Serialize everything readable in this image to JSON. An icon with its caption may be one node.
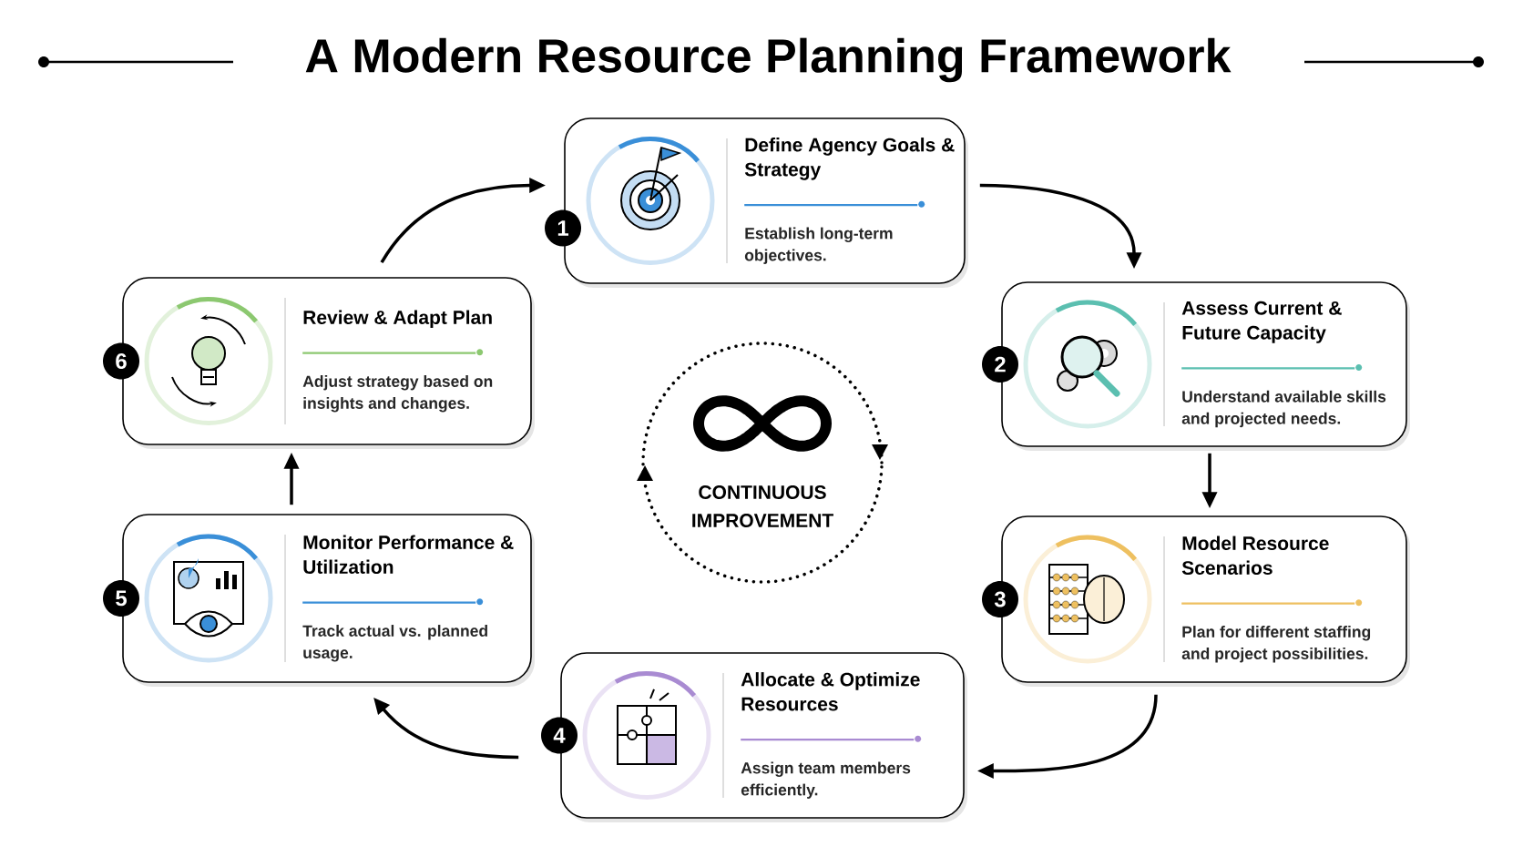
{
  "diagram": {
    "title": "A Modern Resource Planning Framework",
    "nodes": [
      {
        "text": [
          "Define Agency Goals & Strategy",
          "Establish long-term objectives."
        ],
        "beside": [
          "1"
        ]
      },
      {
        "text": [
          "Assess Current & Future Capacity",
          "Understand available skills and projected needs."
        ],
        "beside": [
          "2"
        ]
      },
      {
        "text": [
          "Model Resource Scenarios",
          "Plan for different staffing and project possibilities."
        ],
        "beside": [
          "3"
        ]
      },
      {
        "text": [
          "Allocate & Optimize Resources",
          "Assign team members efficiently."
        ],
        "beside": [
          "4"
        ]
      },
      {
        "text": [
          "Monitor Performance & Utilization",
          "Track actual vs. planned usage."
        ],
        "beside": [
          "5"
        ]
      },
      {
        "text": [
          "Review & Adapt Plan",
          "Adjust strategy based on insights and changes."
        ],
        "beside": [
          "6"
        ]
      },
      {
        "text": [
          "CONTINUOUS IMPROVEMENT"
        ]
      }
    ],
    "edges": [
      {
        "from": 0,
        "to": 1,
        "arrow": "to"
      },
      {
        "from": 1,
        "to": 2,
        "arrow": "to"
      },
      {
        "from": 2,
        "to": 3,
        "arrow": "to"
      },
      {
        "from": 3,
        "to": 4,
        "arrow": "to"
      },
      {
        "from": 4,
        "to": 5,
        "arrow": "to"
      },
      {
        "from": 5,
        "to": 0,
        "arrow": "to"
      }
    ]
  }
}
